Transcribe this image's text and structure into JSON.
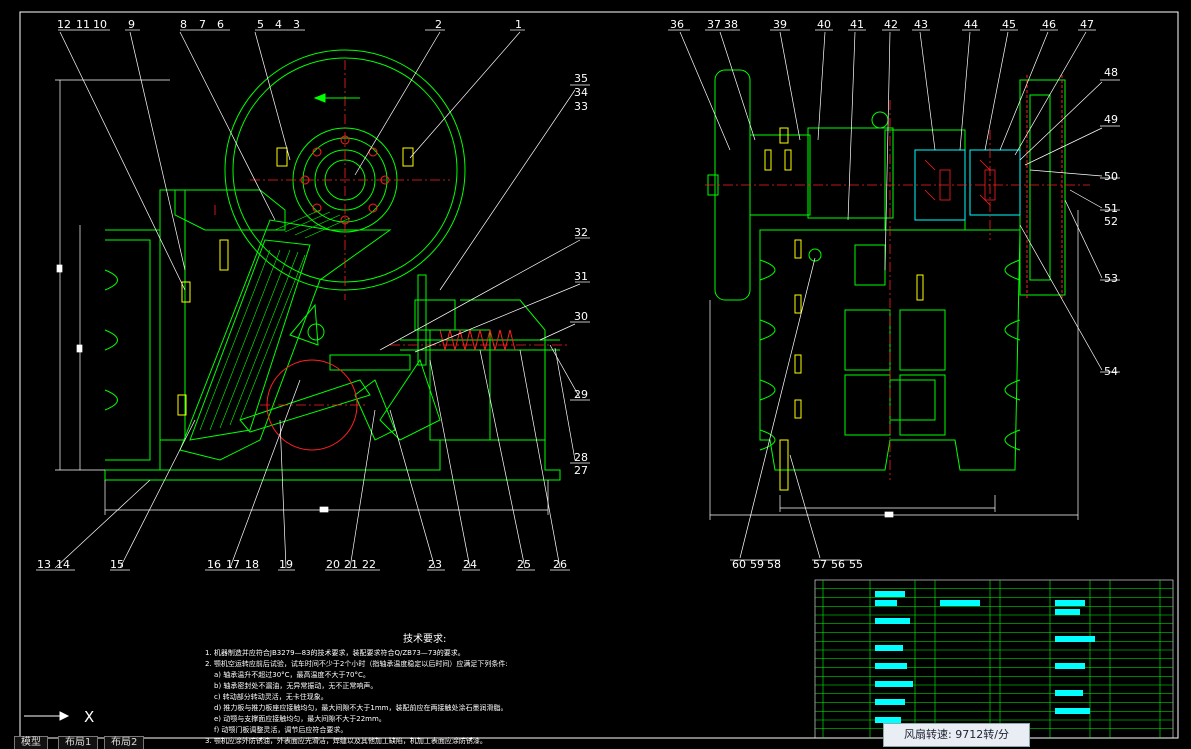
{
  "drawing": {
    "left_labels_top": [
      "12",
      "11",
      "10",
      "9",
      "8",
      "7",
      "6",
      "5",
      "4",
      "3",
      "2",
      "1"
    ],
    "left_labels_right": [
      "35",
      "34",
      "33",
      "32",
      "31",
      "30",
      "29",
      "28",
      "27"
    ],
    "left_labels_bottom": [
      "13",
      "14",
      "15",
      "16",
      "17",
      "18",
      "19",
      "20",
      "21",
      "22",
      "23",
      "24",
      "25",
      "26"
    ],
    "right_labels_top": [
      "36",
      "37",
      "38",
      "39",
      "40",
      "41",
      "42",
      "43",
      "44",
      "45",
      "46",
      "47"
    ],
    "right_labels_right": [
      "48",
      "49",
      "50",
      "51",
      "52",
      "53",
      "54"
    ],
    "right_labels_bottom": [
      "60",
      "59",
      "58",
      "57",
      "56",
      "55"
    ]
  },
  "notes": {
    "title": "技术要求:",
    "lines": [
      "1. 机器制造并应符合JB3279—83的技术要求，装配要求符合Q/ZB73—73的要求。",
      "2. 颚机空运转应前后试验，试车时间不少于2个小时（指轴承温度稳定以后时间）应满足下列条件:",
      "a) 轴承温升不超过30°C，最高温度不大于70°C。",
      "b) 轴承密封处不漏油，无异常振动，无不正常响声。",
      "c) 转动部分转动灵活，无卡住现象。",
      "d) 推力板与推力板座应接触均匀，最大间隙不大于1mm，装配前应在两接触处涂石墨润滑脂。",
      "e) 动颚与支撑面应接触均匀，最大间隙不大于22mm。",
      "f) 动颚门板调整灵活，调节后应符合要求。",
      "3. 颚机应涂外防锈油，外表面应光滑洁，焊缝以及其他加工缺陷，机加工表面应涂防锈漆。"
    ]
  },
  "cursor_label": "X",
  "tabs": [
    "模型",
    "布局1",
    "布局2"
  ],
  "status": {
    "label": "风扇转速:",
    "value": "9712转/分"
  },
  "colors": {
    "background": "#000000",
    "line": "#00ff00",
    "frame": "#ffffff",
    "center": "#ff2020",
    "accent_cyan": "#00ffff",
    "accent_yellow": "#ffff00"
  }
}
